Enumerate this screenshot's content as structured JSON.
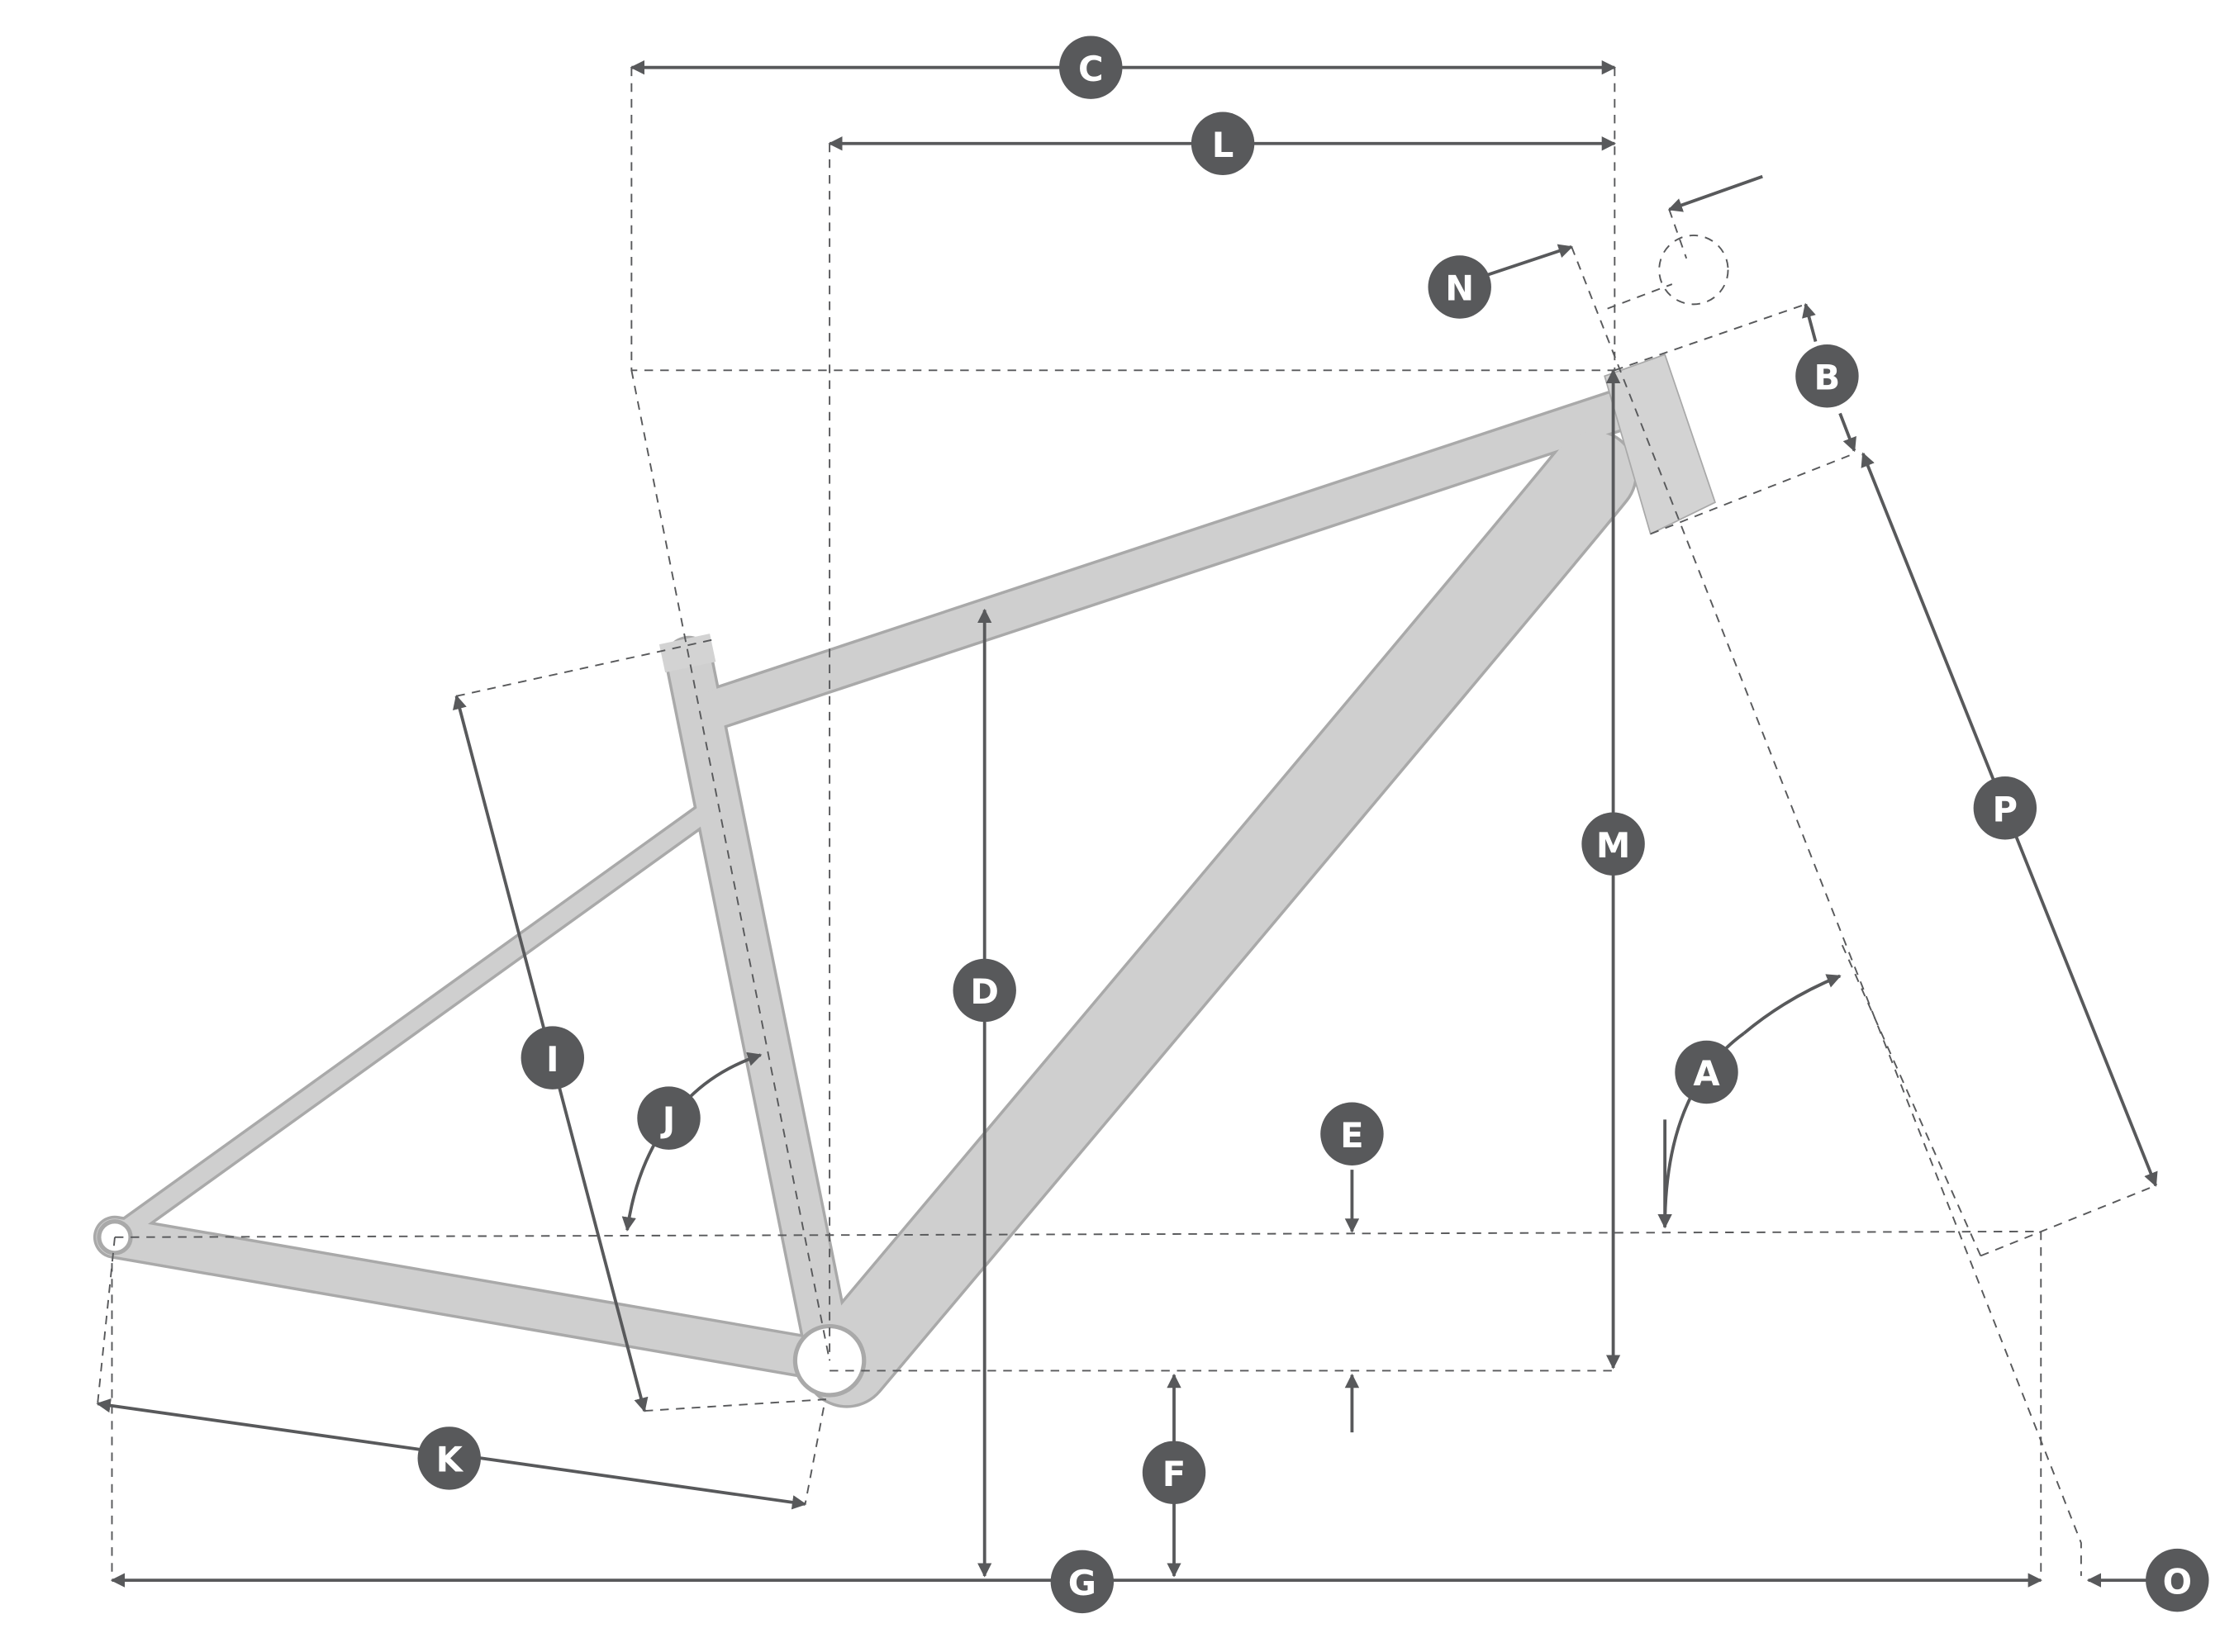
{
  "diagram": {
    "title": "Bike frame geometry",
    "colors": {
      "ink": "#58595b",
      "frame": "#cfcfcf",
      "frame_edge": "#a9a9a9"
    },
    "labels": {
      "A": "A",
      "B": "B",
      "C": "C",
      "D": "D",
      "E": "E",
      "F": "F",
      "G": "G",
      "I": "I",
      "J": "J",
      "K": "K",
      "L": "L",
      "M": "M",
      "N": "N",
      "O": "O",
      "P": "P"
    }
  }
}
